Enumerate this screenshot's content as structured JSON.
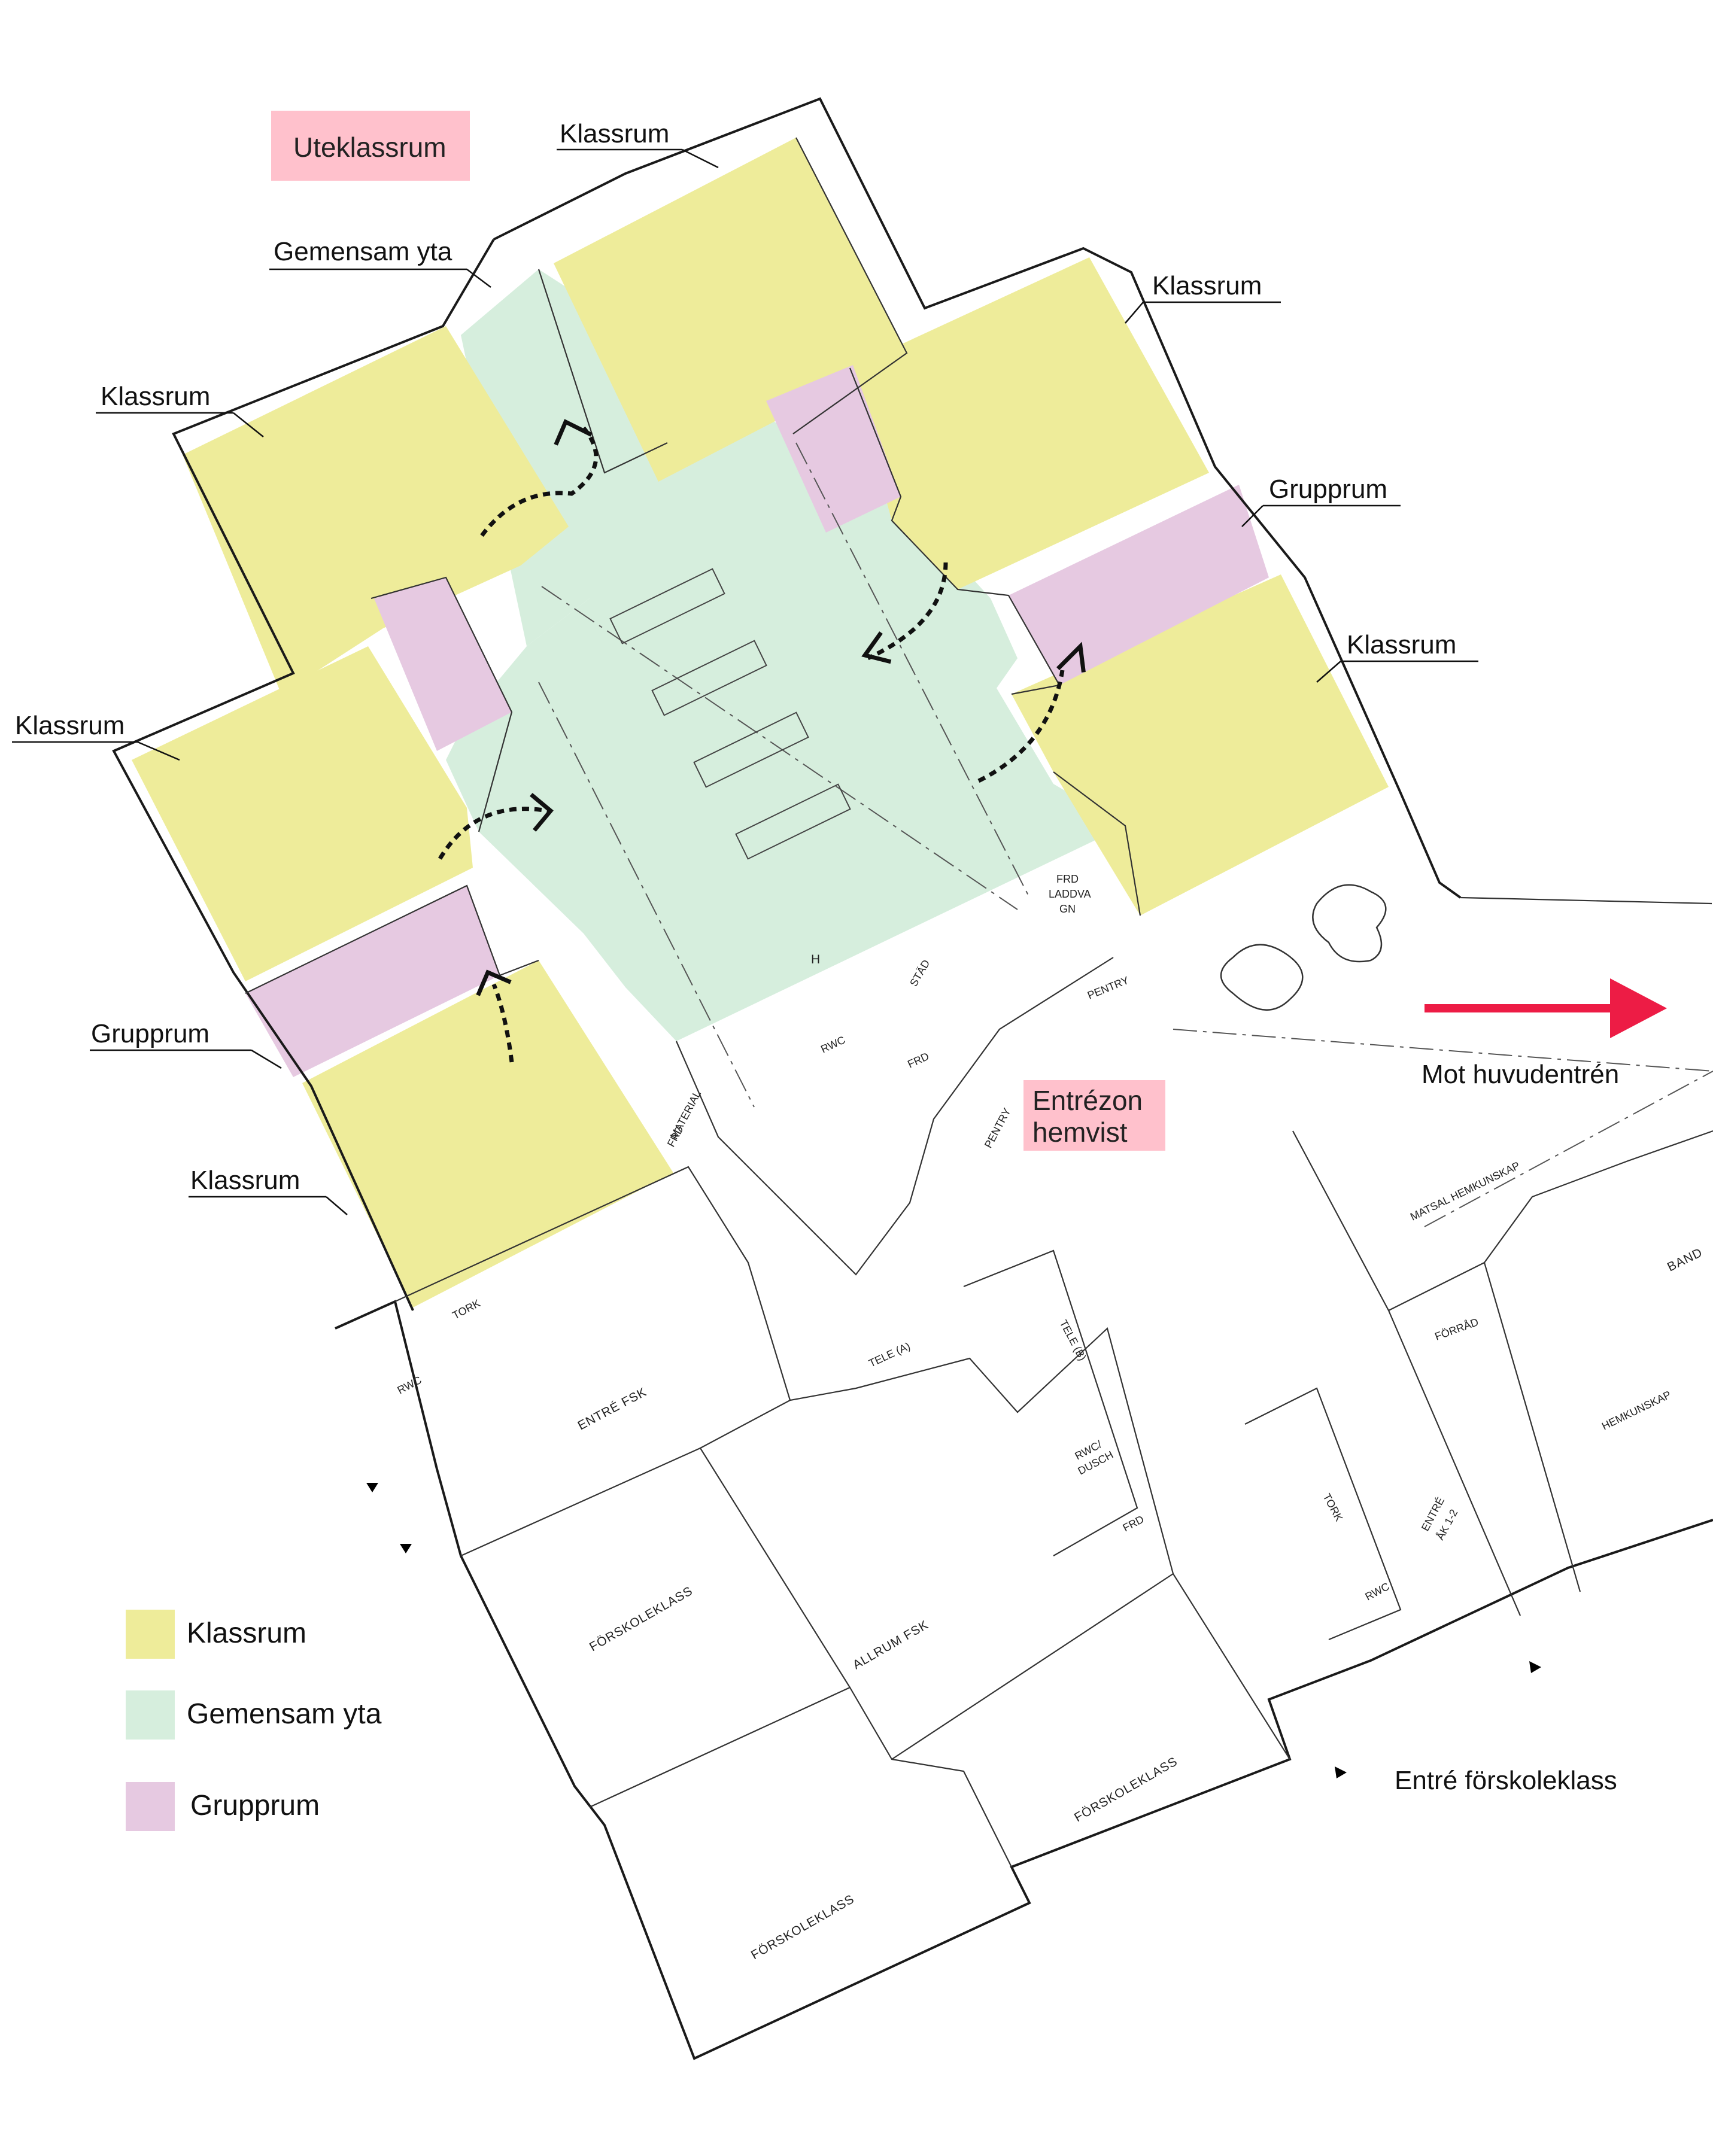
{
  "colors": {
    "klassrum": "#eeec9a",
    "gemensam": "#d6eedd",
    "grupprum": "#e6c9e1",
    "label_pink": "#ffc1cc",
    "arrow_red": "#ed1c45"
  },
  "labels": {
    "uteklassrum": "Uteklassrum",
    "entrezon_line1": "Entrézon",
    "entrezon_line2": "hemvist",
    "mot_huvudentren": "Mot huvudentrén",
    "entre_forskoleklass": "Entré förskoleklass",
    "callouts": {
      "klassrum_top": "Klassrum",
      "gemensam_yta": "Gemensam yta",
      "klassrum_upper_right": "Klassrum",
      "klassrum_upper_left": "Klassrum",
      "grupprum_right": "Grupprum",
      "klassrum_right": "Klassrum",
      "klassrum_left": "Klassrum",
      "grupprum_left": "Grupprum",
      "klassrum_bottom": "Klassrum"
    }
  },
  "rooms": {
    "h": "H",
    "frd_laddvagn": [
      "FRD",
      "LADDVA",
      "GN"
    ],
    "pentry_top": "PENTRY",
    "stad": "STÄD",
    "rwc_1": "RWC",
    "frd_1": "FRD",
    "pentry_diag": "PENTRY",
    "material_frd": [
      "MATERIAL",
      "FRD"
    ],
    "tork_1": "TORK",
    "rwc_2": "RWC",
    "entre_fsk": "ENTRÉ FSK",
    "tele_a": "TELE (A)",
    "tele_b": "TELE (B)",
    "rwc_dusch": [
      "RWC/",
      "DUSCH"
    ],
    "frd_2": "FRD",
    "tork_2": "TORK",
    "rwc_3": "RWC",
    "entre_ak": [
      "ENTRÉ",
      "ÅK 1-2"
    ],
    "matsal": "MATSAL HEMKUNSKAP",
    "forrad": "FÖRRÅD",
    "hemkunskap": "HEMKUNSKAP",
    "bandy": "BAND",
    "forskoleklass_1": "FÖRSKOLEKLASS",
    "allrum_fsk": "ALLRUM FSK",
    "forskoleklass_2": "FÖRSKOLEKLASS",
    "forskoleklass_3": "FÖRSKOLEKLASS"
  },
  "legend": [
    {
      "label": "Klassrum",
      "color_key": "klassrum"
    },
    {
      "label": "Gemensam yta",
      "color_key": "gemensam"
    },
    {
      "label": "Grupprum",
      "color_key": "grupprum"
    }
  ]
}
